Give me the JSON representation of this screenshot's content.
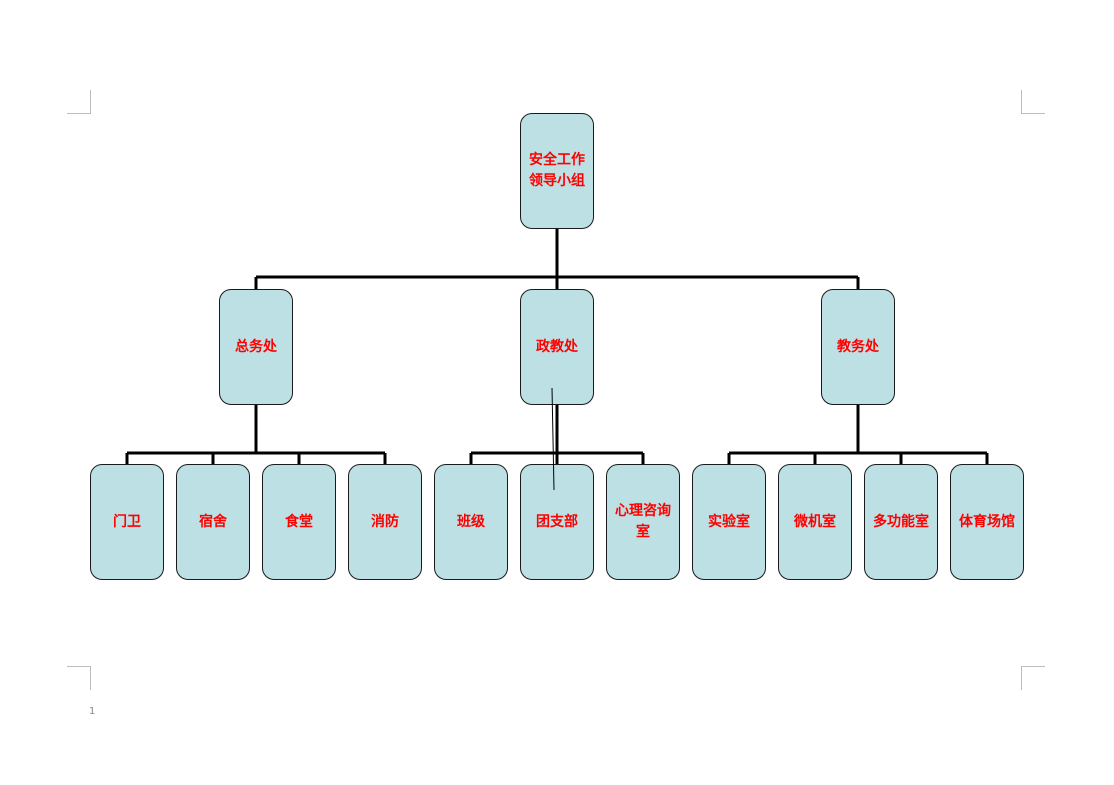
{
  "document": {
    "page_number": "1"
  },
  "colors": {
    "node_fill": "#bde0e4",
    "node_text": "#ff0000",
    "connector": "#000000"
  },
  "org_chart": {
    "root": {
      "label": "安全工作领导小组"
    },
    "departments": [
      {
        "label": "总务处",
        "children": [
          "门卫",
          "宿舍",
          "食堂",
          "消防"
        ]
      },
      {
        "label": "政教处",
        "children": [
          "班级",
          "团支部",
          "心理咨询室"
        ]
      },
      {
        "label": "教务处",
        "children": [
          "实验室",
          "微机室",
          "多功能室",
          "体育场馆"
        ]
      }
    ]
  }
}
